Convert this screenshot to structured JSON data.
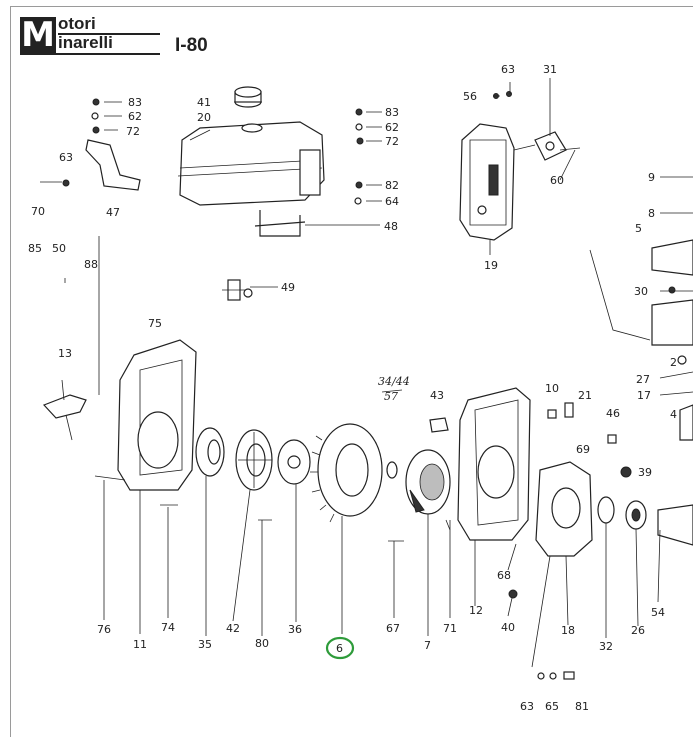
{
  "header": {
    "brand_line1": "otori",
    "brand_line2": "inarelli",
    "brand_initial": "M",
    "model": "I-80"
  },
  "diagram": {
    "handwritten_note_top": "34/44",
    "handwritten_note_bottom": "57",
    "highlight_color": "#2e9b3a",
    "highlighted_part": "6",
    "callouts": {
      "p83a": "83",
      "p62a": "62",
      "p72a": "72",
      "p63a": "63",
      "p70": "70",
      "p47": "47",
      "p41": "41",
      "p20": "20",
      "p83b": "83",
      "p62b": "62",
      "p72b": "72",
      "p82": "82",
      "p64": "64",
      "p48": "48",
      "p49": "49",
      "p63b": "63",
      "p31": "31",
      "p56": "56",
      "p60": "60",
      "p19": "19",
      "p9": "9",
      "p8": "8",
      "p5": "5",
      "p30": "30",
      "p2": "2",
      "p27": "27",
      "p17": "17",
      "p4": "4",
      "p85": "85",
      "p50": "50",
      "p88": "88",
      "p75": "75",
      "p13": "13",
      "p76": "76",
      "p11": "11",
      "p74": "74",
      "p35": "35",
      "p42": "42",
      "p80": "80",
      "p36": "36",
      "p6": "6",
      "p67": "67",
      "p7": "7",
      "p71": "71",
      "p43": "43",
      "p12": "12",
      "p10": "10",
      "p21": "21",
      "p46": "46",
      "p69": "69",
      "p39": "39",
      "p68": "68",
      "p40": "40",
      "p18": "18",
      "p32": "32",
      "p26": "26",
      "p54": "54",
      "p63c": "63",
      "p65": "65",
      "p81": "81"
    }
  }
}
